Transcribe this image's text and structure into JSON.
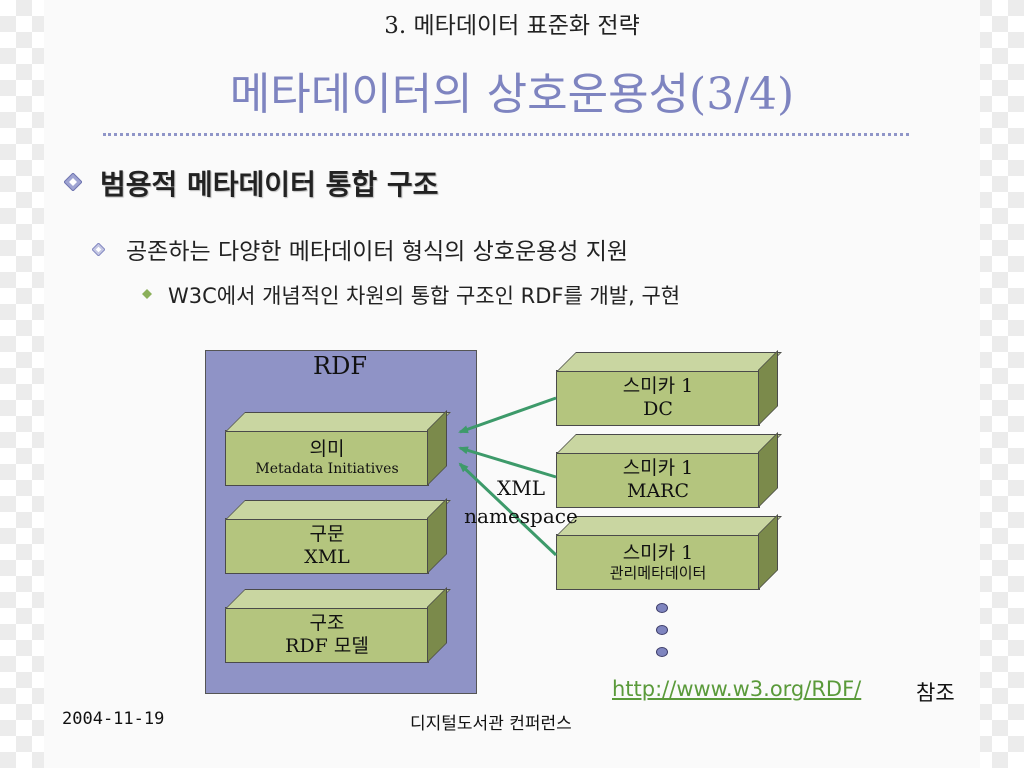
{
  "header": {
    "section": "3. 메타데이터 표준화 전략",
    "title": "메타데이터의 상호운용성(3/4)"
  },
  "bullets": [
    {
      "level": 1,
      "icon": "diamond-bullet-icon",
      "text": "범용적 메타데이터 통합 구조"
    },
    {
      "level": 2,
      "icon": "diamond-outline-bullet-icon",
      "text": "공존하는 다양한 메타데이터 형식의 상호운용성 지원"
    },
    {
      "level": 3,
      "icon": "diamond-filled-bullet-icon",
      "text": "W3C에서 개념적인 차원의 통합 구조인 RDF를 개발, 구현"
    }
  ],
  "diagram": {
    "rdf_label": "RDF",
    "layers": [
      {
        "line1": "의미",
        "line2": "Metadata Initiatives"
      },
      {
        "line1": "구문",
        "line2": "XML"
      },
      {
        "line1": "구조",
        "line2": "RDF 모델"
      }
    ],
    "schemas": [
      {
        "line1": "스미카 1",
        "line2": "DC"
      },
      {
        "line1": "스미카 1",
        "line2": "MARC"
      },
      {
        "line1": "스미카 1",
        "line2": "관리메타데이터"
      }
    ],
    "connector_label_1": "XML",
    "connector_label_2": "namespace"
  },
  "reference": {
    "link": "http://www.w3.org/RDF/",
    "suffix": "참조"
  },
  "footer": {
    "date": "2004-11-19",
    "conference": "디지털도서관 컨퍼런스"
  },
  "colors": {
    "title": "#7e84c0",
    "panel": "#8f93c6",
    "box": "#b4c57e",
    "arrow": "#3d9a6a",
    "link": "#5a9a3a"
  }
}
